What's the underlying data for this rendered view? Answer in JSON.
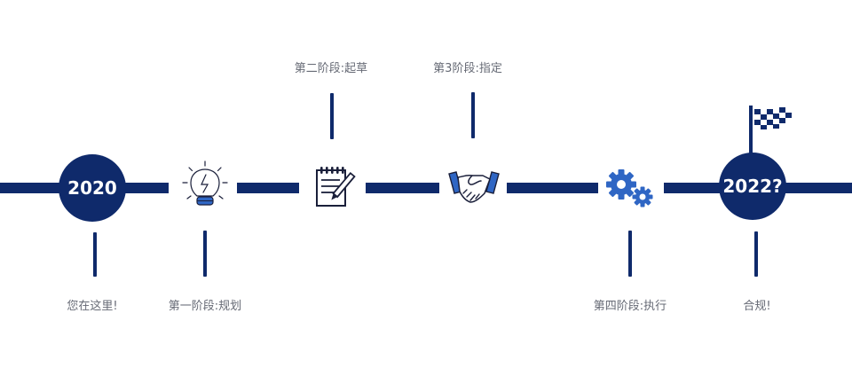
{
  "colors": {
    "primary": "#0f2a6b",
    "accent": "#2f66c4",
    "text": "#666a75"
  },
  "milestones": {
    "start": {
      "label": "2020",
      "caption": "您在这里!"
    },
    "plan": {
      "caption": "第一阶段:规划",
      "icon": "lightbulb-icon"
    },
    "draft": {
      "caption": "第二阶段:起草",
      "icon": "notepad-pencil-icon"
    },
    "designate": {
      "caption": "第3阶段:指定",
      "icon": "handshake-icon"
    },
    "execute": {
      "caption": "第四阶段:执行",
      "icon": "gears-icon"
    },
    "end": {
      "label": "2022?",
      "caption": "合规!",
      "icon": "checkered-flag-icon"
    }
  }
}
